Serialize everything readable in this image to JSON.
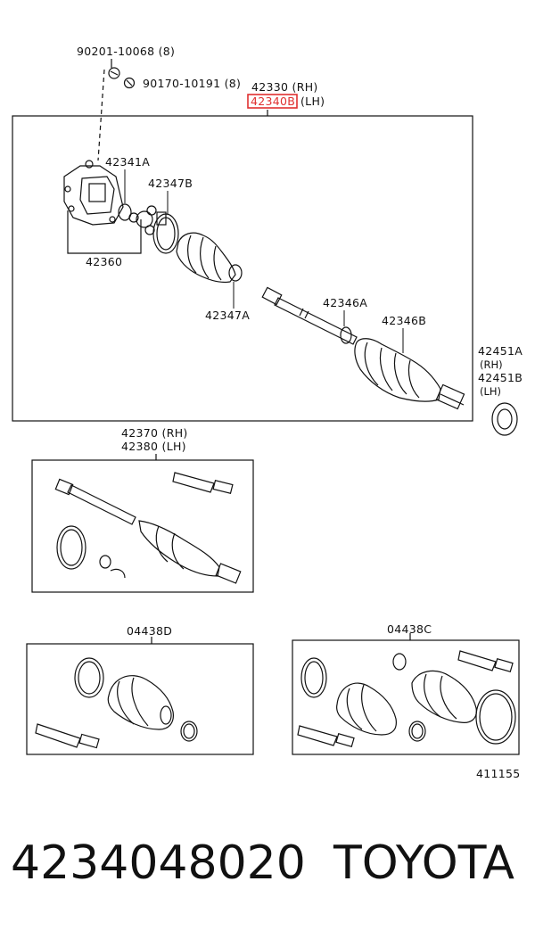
{
  "labels": {
    "bolt_top": "90201-10068 (8)",
    "nut": "90170-10191 (8)",
    "asm_rh": "42330  (RH)",
    "asm_lh_part": "42340B",
    "asm_lh_side": "(LH)",
    "snap_ring_a": "42341A",
    "clamp_b": "42347B",
    "inboard_joint": "42360",
    "clamp_a": "42347A",
    "band_a": "42346A",
    "band_b": "42346B",
    "seal_rh": "42451A",
    "seal_rh_side": "(RH)",
    "seal_lh": "42451B",
    "seal_lh_side": "(LH)",
    "shaft_rh": "42370  (RH)",
    "shaft_lh": "42380  (LH)",
    "kit_d": "04438D",
    "kit_c": "04438C",
    "diagram_code": "411155"
  },
  "footer": {
    "part_number": "4234048020",
    "brand": "TOYOTA"
  },
  "colors": {
    "ink": "#111111",
    "highlight": "#e03030"
  }
}
